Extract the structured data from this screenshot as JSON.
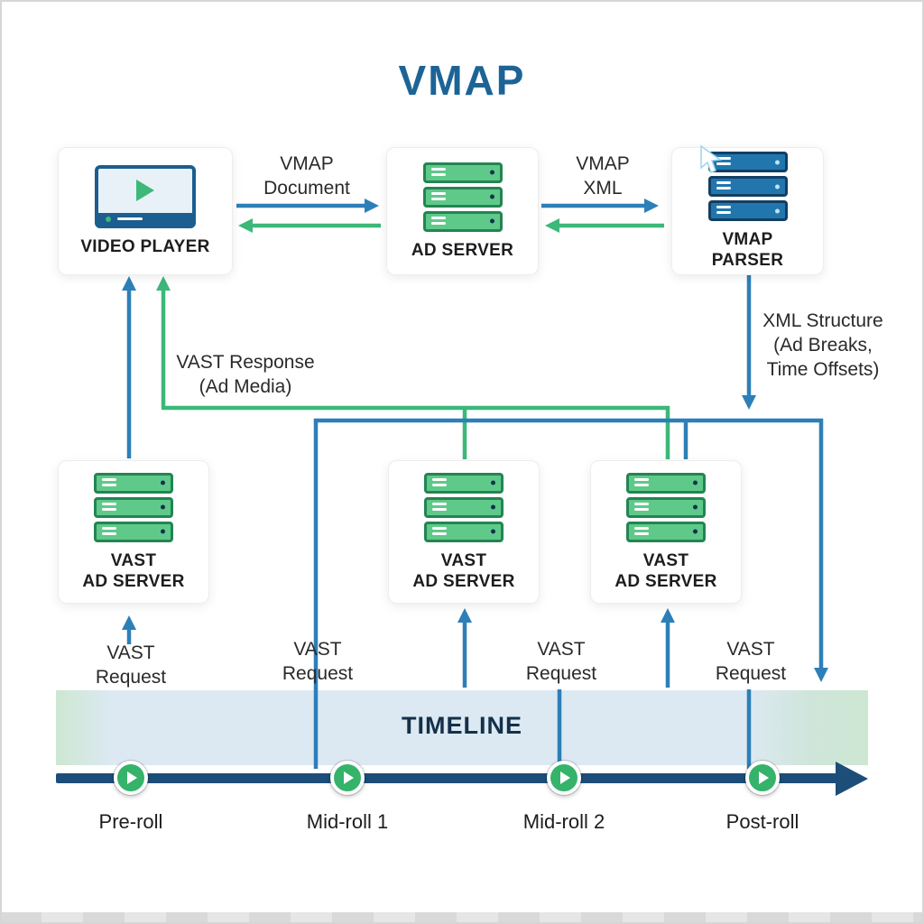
{
  "title": "VMAP",
  "colors": {
    "blue": "#2D7FB8",
    "green": "#3CB878",
    "dark_blue": "#1C4E79",
    "title_blue": "#1D6496"
  },
  "nodes": {
    "video_player": {
      "label": "VIDEO PLAYER"
    },
    "ad_server": {
      "label": "AD SERVER"
    },
    "vmap_parser": {
      "line1": "VMAP",
      "line2": "PARSER"
    },
    "vast_server_left": {
      "line1": "VAST",
      "line2": "AD SERVER"
    },
    "vast_server_center": {
      "line1": "VAST",
      "line2": "AD SERVER"
    },
    "vast_server_right": {
      "line1": "VAST",
      "line2": "AD SERVER"
    }
  },
  "labels": {
    "vmap_document": {
      "line1": "VMAP",
      "line2": "Document"
    },
    "vmap_xml": {
      "line1": "VMAP",
      "line2": "XML"
    },
    "vast_response": {
      "line1": "VAST Response",
      "line2": "(Ad Media)"
    },
    "xml_structure": {
      "line1": "XML Structure",
      "line2": "(Ad Breaks,",
      "line3": "Time Offsets)"
    },
    "vast_request_1": {
      "line1": "VAST",
      "line2": "Request"
    },
    "vast_request_2": {
      "line1": "VAST",
      "line2": "Request"
    },
    "vast_request_3": {
      "line1": "VAST",
      "line2": "Request"
    },
    "vast_request_4": {
      "line1": "VAST",
      "line2": "Request"
    }
  },
  "timeline": {
    "label": "TIMELINE",
    "markers": [
      {
        "label": "Pre-roll"
      },
      {
        "label": "Mid-roll 1"
      },
      {
        "label": "Mid-roll 2"
      },
      {
        "label": "Post-roll"
      }
    ]
  }
}
